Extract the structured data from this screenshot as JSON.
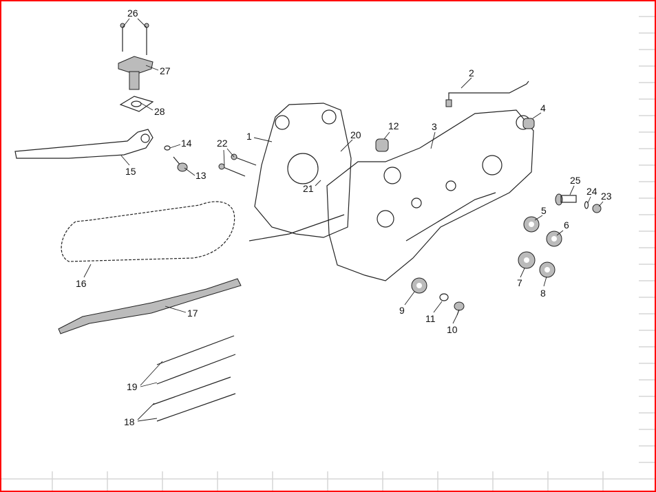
{
  "diagram": {
    "type": "exploded parts diagram",
    "callouts": [
      "26",
      "27",
      "28",
      "14",
      "15",
      "13",
      "22",
      "1",
      "20",
      "21",
      "12",
      "3",
      "2",
      "4",
      "25",
      "24",
      "23",
      "5",
      "6",
      "7",
      "8",
      "9",
      "11",
      "10",
      "16",
      "17",
      "19",
      "18"
    ]
  },
  "colors": {
    "border": "#ff0000",
    "grid": "#d6d6d6",
    "ink": "#222222"
  }
}
